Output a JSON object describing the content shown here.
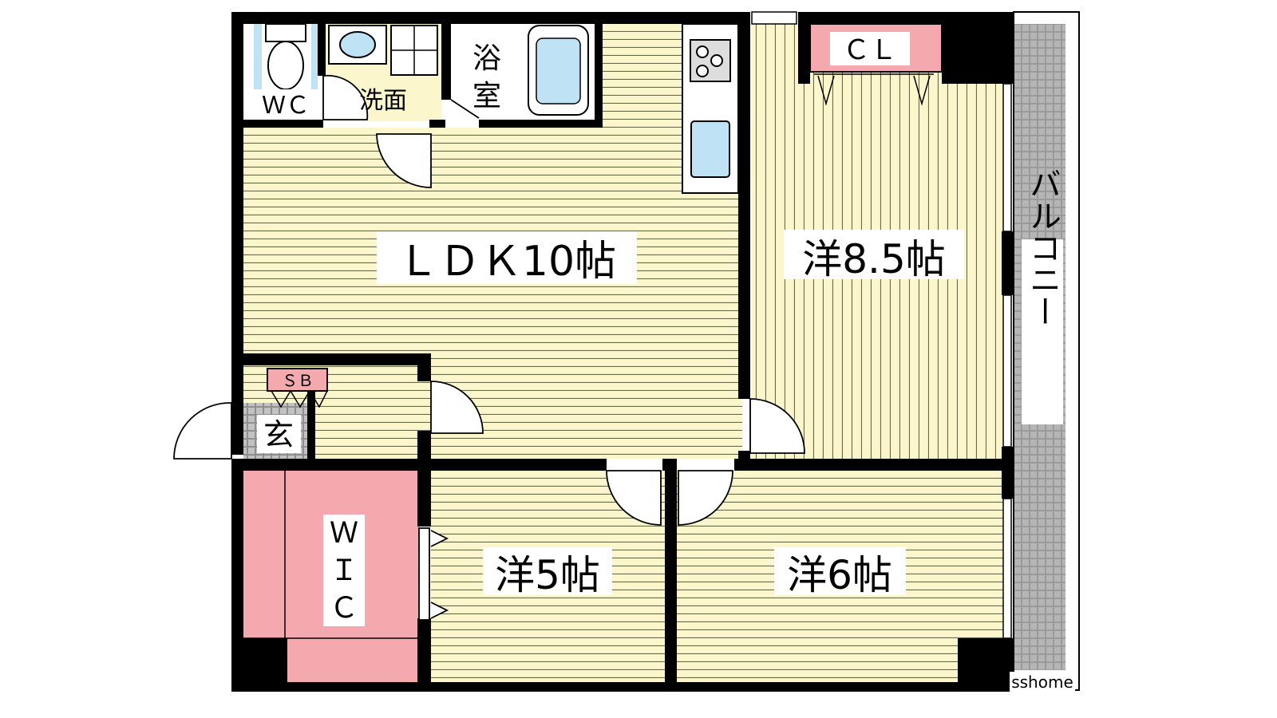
{
  "floorplan": {
    "rooms": {
      "ldk": "ＬＤＫ10帖",
      "bedroom_east": "洋8.5帖",
      "bedroom_center": "洋5帖",
      "bedroom_right": "洋6帖",
      "wc": "ＷＣ",
      "washroom": "洗面",
      "bath_line1": "浴",
      "bath_line2": "室",
      "entrance": "玄",
      "shoe_box": "ＳＢ",
      "closet": "ＣＬ",
      "walk_in_closet_line1": "Ｗ",
      "walk_in_closet_line2": "Ｉ",
      "walk_in_closet_line3": "Ｃ",
      "balcony": "バルコニー"
    },
    "watermark": "sshome",
    "colors": {
      "floor": "#fbf6cc",
      "floor_lines": "#555555",
      "storage_pink": "#f4a9ae",
      "fixture_blue": "#bfe3f5",
      "wall": "#000000",
      "entrance_tile": "#9a9a9a"
    }
  }
}
